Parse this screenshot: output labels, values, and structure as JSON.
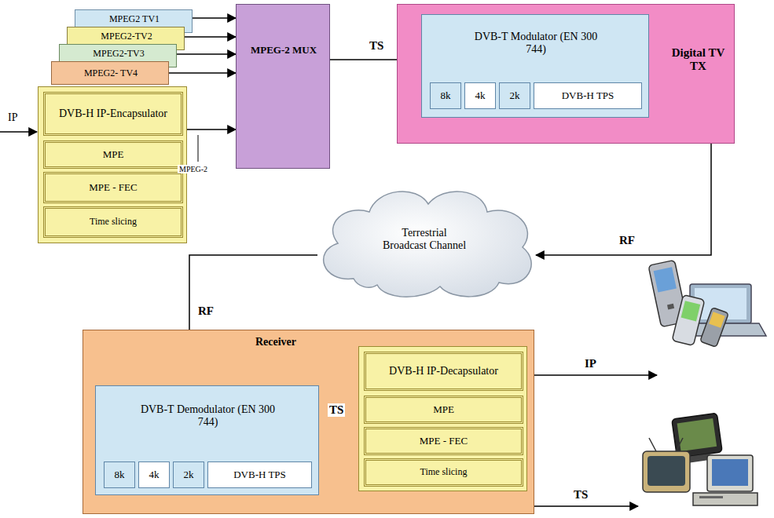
{
  "diagram": {
    "nodes": [
      {
        "text": [
          "MPEG2 TV1"
        ]
      },
      {
        "text": [
          "MPEG2-TV2"
        ]
      },
      {
        "text": [
          "MPEG2-TV3"
        ]
      },
      {
        "text": [
          "MPEG2- TV4"
        ]
      },
      {
        "text": [
          "MPEG-2 MUX"
        ]
      },
      {
        "text": [
          "Digital TV TX"
        ]
      },
      {
        "text": [
          "DVB-T Modulator (EN 300 744)"
        ],
        "in": 5
      },
      {
        "text": [
          "8k"
        ],
        "in": 6
      },
      {
        "text": [
          "4k"
        ],
        "in": 6
      },
      {
        "text": [
          "2k"
        ],
        "in": 6
      },
      {
        "text": [
          "DVB-H TPS"
        ],
        "in": 6
      },
      {
        "text": [
          "DVB-H IP-Encapsulator"
        ]
      },
      {
        "text": [
          "MPE"
        ],
        "in": 11
      },
      {
        "text": [
          "MPE - FEC"
        ],
        "in": 11
      },
      {
        "text": [
          "Time slicing"
        ],
        "in": 11
      },
      {
        "text": [
          "Terrestrial Broadcast Channel"
        ]
      },
      {
        "text": [
          "Receiver"
        ]
      },
      {
        "text": [
          "DVB-T Demodulator (EN 300 744)"
        ],
        "in": 16
      },
      {
        "text": [
          "8k"
        ],
        "in": 17
      },
      {
        "text": [
          "4k"
        ],
        "in": 17
      },
      {
        "text": [
          "2k"
        ],
        "in": 17
      },
      {
        "text": [
          "DVB-H TPS"
        ],
        "in": 17
      },
      {
        "text": [
          "DVB-H IP-Decapsulator"
        ],
        "in": 16
      },
      {
        "text": [
          "MPE"
        ],
        "in": 22
      },
      {
        "text": [
          "MPE - FEC"
        ],
        "in": 22
      },
      {
        "text": [
          "Time slicing"
        ],
        "in": 22
      }
    ],
    "edges": [
      {
        "from": 0,
        "to": 4,
        "arrow": "to"
      },
      {
        "from": 1,
        "to": 4,
        "arrow": "to"
      },
      {
        "from": 2,
        "to": 4,
        "arrow": "to"
      },
      {
        "from": 3,
        "to": 4,
        "arrow": "to"
      },
      {
        "from": 11,
        "to": 4,
        "arrow": "to"
      },
      {
        "from": 4,
        "to": 6,
        "label": "TS",
        "arrow": "to"
      },
      {
        "from": 5,
        "to": 15,
        "label": "RF",
        "arrow": "to"
      },
      {
        "from": 15,
        "to": 17,
        "label": "RF",
        "arrow": "to"
      },
      {
        "from": 17,
        "to": 22,
        "label": "TS",
        "arrow": "to"
      }
    ],
    "labels": [
      "IP",
      "MPEG-2",
      "IP",
      "TS"
    ]
  }
}
